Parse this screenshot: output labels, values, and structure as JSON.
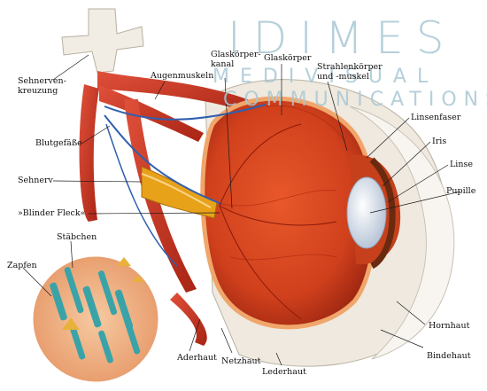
{
  "watermark": {
    "logo": "IDIMES",
    "line1": "MEDIVISUAL",
    "line2": "COMMUNICATIONS"
  },
  "labels": {
    "sehnervenkreuzung": "Sehnerven-\nkreuzung",
    "augenmuskeln": "Augenmuskeln",
    "glaskoerperkanal": "Glaskörper-\nkanal",
    "glaskoerper": "Glaskörper",
    "strahlenkoerper": "Strahlenkörper\nund -muskel",
    "linsenfaser": "Linsenfaser",
    "iris": "Iris",
    "linse": "Linse",
    "pupille": "Pupille",
    "blutgefaesse": "Blutgefäße",
    "sehnerv": "Sehnerv",
    "blinder_fleck": "»Blinder Fleck«",
    "staebchen": "Stäbchen",
    "zapfen": "Zapfen",
    "aderhaut": "Aderhaut",
    "netzhaut": "Netzhaut",
    "lederhaut": "Lederhaut",
    "hornhaut": "Hornhaut",
    "bindehaut": "Bindehaut"
  },
  "colors": {
    "muscle": "#c8301e",
    "vitreous": "#d9451f",
    "sclera": "#f2ece2",
    "lens": "#e8eef6",
    "vein": "#2f5fb0",
    "nerve_yellow": "#e8a21a",
    "rod": "#3aa3a8"
  }
}
